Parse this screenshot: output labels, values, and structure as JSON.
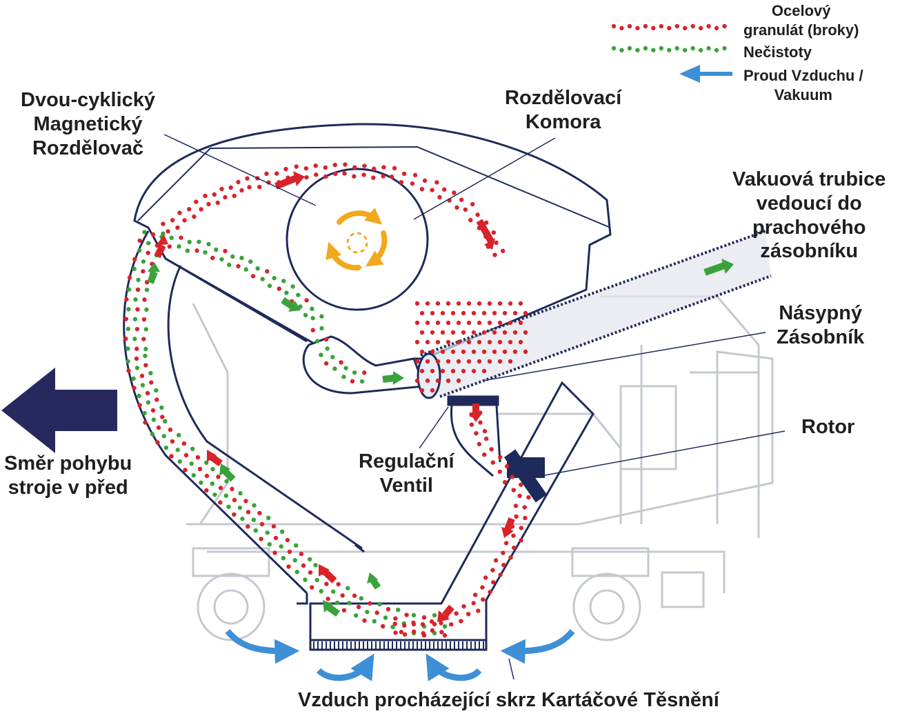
{
  "legend": {
    "steel_shot": "Ocelový\ngranulát (broky)",
    "steel_shot_color": "#d8232a",
    "impurities": "Nečistoty",
    "impurities_color": "#3aa23a",
    "airflow": "Proud Vzduchu /\nVakuum",
    "airflow_color": "#3d8fd6"
  },
  "labels": {
    "separator": "Dvou-cyklický\nMagnetický\nRozdělovač",
    "chamber": "Rozdělovací\nKomora",
    "vacuum_tube": "Vakuová trubice\nvedoucí do\nprachového\nzásobníku",
    "hopper": "Násypný\nZásobník",
    "rotor": "Rotor",
    "valve": "Regulační\nVentil",
    "direction": "Směr pohybu\nstroje v před",
    "brush_air": "Vzduch procházející skrz Kartáčové Těsnění"
  },
  "colors": {
    "outline": "#1e2a5a",
    "machine_ghost": "#c4c8cf",
    "direction_arrow": "#26285e",
    "rotation_arrows": "#f2a81d",
    "steel_shot": "#d8232a",
    "impurities": "#3aa23a",
    "airflow": "#3d8fd6"
  }
}
